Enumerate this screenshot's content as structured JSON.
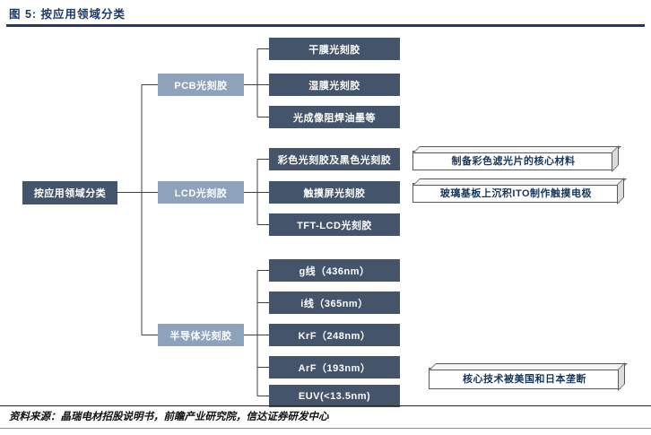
{
  "figure_title": "图 5:  按应用领域分类",
  "root_label": "按应用领域分类",
  "branches": [
    {
      "label": "PCB光刻胶",
      "children": [
        "干膜光刻胶",
        "湿膜光刻胶",
        "光成像阻焊油墨等"
      ]
    },
    {
      "label": "LCD光刻胶",
      "children": [
        "彩色光刻胶及黑色光刻胶",
        "触摸屏光刻胶",
        "TFT-LCD光刻胶"
      ]
    },
    {
      "label": "半导体光刻胶",
      "children": [
        "g线（436nm）",
        "i线（365nm）",
        "KrF（248nm）",
        "ArF（193nm）",
        "EUV(<13.5nm)"
      ]
    }
  ],
  "annotations": [
    "制备彩色滤光片的核心材料",
    "玻璃基板上沉积ITO制作触摸电极",
    "核心技术被美国和日本垄断"
  ],
  "source_note": "资料来源：晶瑞电材招股说明书，前瞻产业研究院，信达证券研发中心",
  "colors": {
    "title_navy": "#1f3864",
    "dark_node": "#44546a",
    "light_node": "#8fa2bc",
    "annotation_text": "#17365d",
    "connector": "#404040"
  }
}
